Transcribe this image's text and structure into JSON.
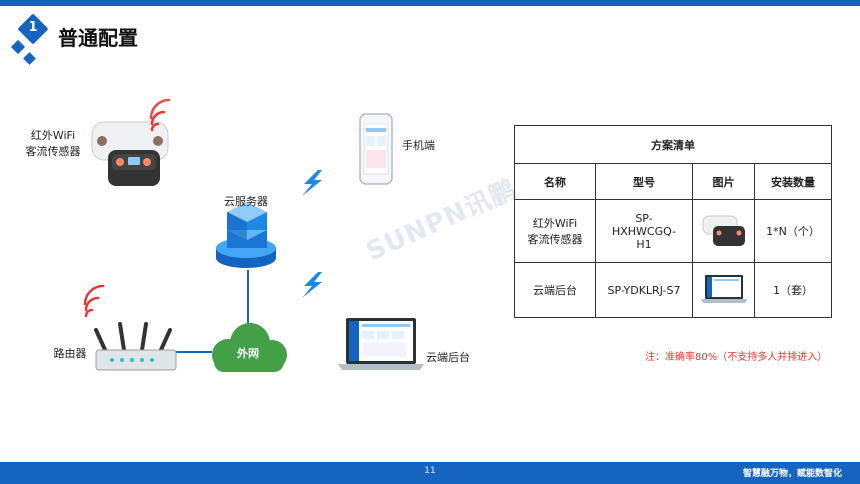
{
  "header": {
    "section_number": "1",
    "title": "普通配置"
  },
  "diagram": {
    "sensor_label_line1": "红外WiFi",
    "sensor_label_line2": "客流传感器",
    "phone_label": "手机端",
    "cloud_server_label": "云服务器",
    "internet_label": "外网",
    "router_label": "路由器",
    "laptop_label": "云端后台",
    "watermark": "SUNPN讯鹏"
  },
  "table": {
    "title": "方案清单",
    "headers": [
      "名称",
      "型号",
      "图片",
      "安装数量"
    ],
    "rows": [
      {
        "name_line1": "红外WiFi",
        "name_line2": "客流传感器",
        "model_line1": "SP-",
        "model_line2": "HXHWCGQ-",
        "model_line3": "H1",
        "quantity": "1*N（个）"
      },
      {
        "name": "云端后台",
        "model": "SP-YDKLRJ-S7",
        "quantity": "1（套）"
      }
    ]
  },
  "note": "注：准确率80%（不支持多人并排进入）",
  "footer": {
    "page_number": "11",
    "slogan": "智慧融万物，赋能数智化"
  },
  "colors": {
    "brand_blue": "#1565c0",
    "cloud_green": "#43a047",
    "wifi_red": "#e53935",
    "bolt_blue": "#1e88e5"
  }
}
